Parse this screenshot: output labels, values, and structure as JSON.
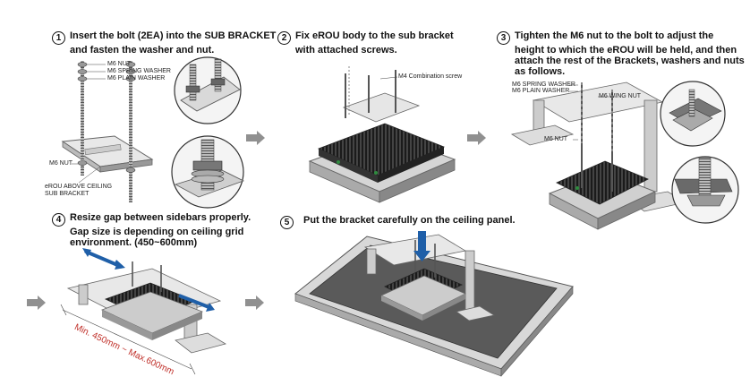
{
  "steps": [
    {
      "num": "1",
      "lines": [
        "Insert the bolt (2EA) into the SUB BRACKET",
        "and fasten the washer and nut."
      ]
    },
    {
      "num": "2",
      "lines": [
        "Fix eROU body to the sub bracket",
        "with attached screws."
      ]
    },
    {
      "num": "3",
      "lines": [
        "Tighten the M6 nut to the bolt to adjust the",
        "height to which the eROU will be held, and then",
        "attach the rest of the Brackets, washers and nuts",
        "as follows."
      ]
    },
    {
      "num": "4",
      "lines": [
        "Resize gap between sidebars properly.",
        "Gap size is depending on ceiling grid",
        "environment. (450~600mm)"
      ]
    },
    {
      "num": "5",
      "lines": [
        "Put the bracket carefully on the ceiling panel."
      ]
    }
  ],
  "labels": {
    "s1_nut": "M6 NUT",
    "s1_spring": "M6 SPRING WASHER",
    "s1_plain": "M6 PLAIN WASHER",
    "s1_nut2": "M6 NUT",
    "s1_erou1": "eROU ABOVE CEILING",
    "s1_erou2": "SUB BRACKET",
    "s2_screw": "M4 Combination screw",
    "s3_spring": "M6 SPRING WASHER",
    "s3_plain": "M6 PLAIN WASHER",
    "s3_wing": "M6 WING NUT",
    "s3_nut": "M6 NUT",
    "s4_dim": "Min. 450mm ~ Max.600mm"
  },
  "colors": {
    "arrow": "#888888",
    "dimension": "#c0302a",
    "blue": "#1f5fa8",
    "panel": "#5a5a5a"
  }
}
